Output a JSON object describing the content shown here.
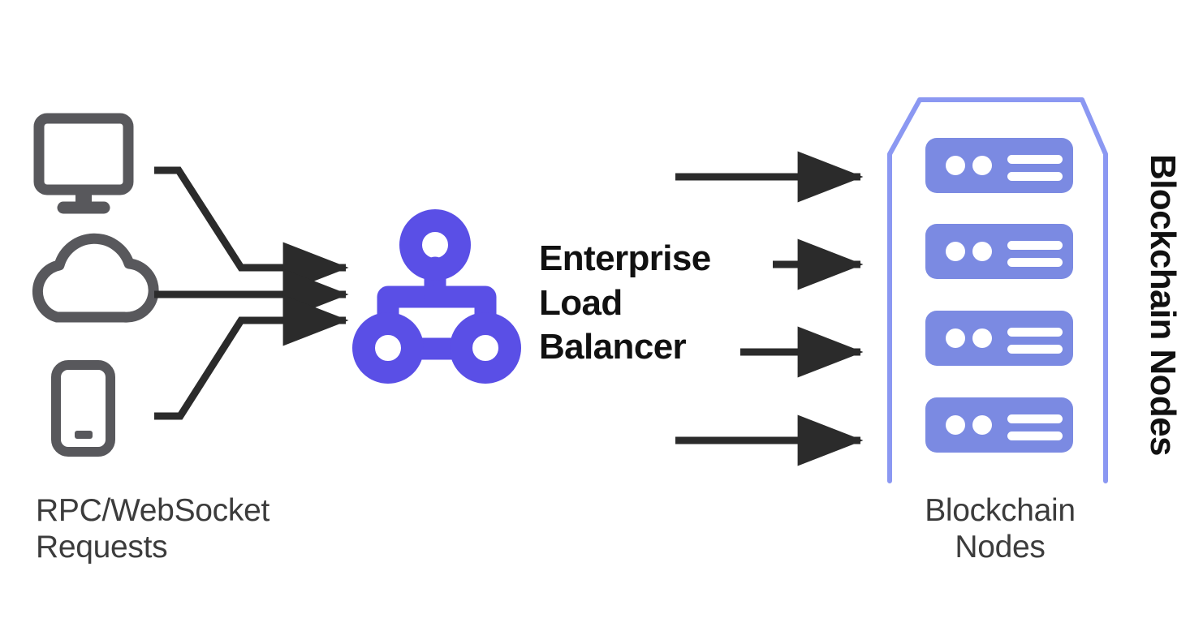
{
  "diagram": {
    "title": "Enterprise Load Balancer for Blockchain Nodes",
    "background_color": "#ffffff",
    "colors": {
      "client_icon_gray": "#58585c",
      "arrow_black": "#2b2b2b",
      "balancer_purple": "#5a4fe6",
      "server_blue": "#7b8ae2",
      "rack_frame_blue": "#8b98f2",
      "label_gray": "#3c3c3c",
      "label_black": "#111111"
    }
  },
  "labels": {
    "clients": "RPC/WebSocket\nRequests",
    "balancer": "Enterprise\nLoad\nBalancer",
    "nodes_bottom": "Blockchain\nNodes",
    "nodes_side": "Blockchain Nodes"
  },
  "clients": {
    "icons": [
      {
        "name": "desktop-monitor-icon",
        "label": "Desktop"
      },
      {
        "name": "cloud-icon",
        "label": "Cloud"
      },
      {
        "name": "mobile-phone-icon",
        "label": "Mobile"
      }
    ]
  },
  "load_balancer": {
    "icon": "load-balancer-topology-icon",
    "node_count": 3
  },
  "blockchain_nodes": {
    "count": 4,
    "unit_icon": "server-unit-icon",
    "unit_detail": {
      "status_dots": 2,
      "data_bars": 2
    },
    "rack_frame": "server-rack-frame"
  },
  "flows": {
    "inbound_arrow_count": 3,
    "outbound_arrow_count": 4
  }
}
